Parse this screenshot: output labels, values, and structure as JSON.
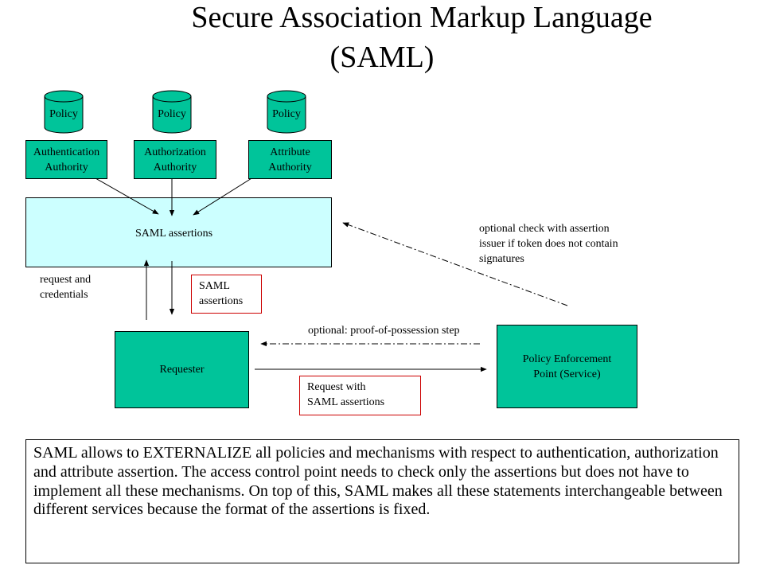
{
  "title": {
    "line1": "Secure Association Markup Language",
    "line2": "(SAML)"
  },
  "policies": [
    {
      "label": "Policy"
    },
    {
      "label": "Policy"
    },
    {
      "label": "Policy"
    }
  ],
  "authorities": [
    {
      "line1": "Authentication",
      "line2": "Authority"
    },
    {
      "line1": "Authorization",
      "line2": "Authority"
    },
    {
      "line1": "Attribute",
      "line2": "Authority"
    }
  ],
  "assertions_box": {
    "label": "SAML assertions"
  },
  "request_credentials": {
    "line1": "request and",
    "line2": "credentials"
  },
  "saml_assertions_note": {
    "line1": "SAML",
    "line2": "assertions"
  },
  "requester": {
    "label": "Requester"
  },
  "pep": {
    "line1": "Policy Enforcement",
    "line2": "Point (Service)"
  },
  "proof_step": {
    "label": "optional: proof-of-possession step"
  },
  "request_with": {
    "line1": "Request with",
    "line2": "SAML assertions"
  },
  "optional_check": {
    "line1": "optional check with assertion",
    "line2": "issuer if token does not contain",
    "line3": "signatures"
  },
  "description": "SAML allows to EXTERNALIZE all policies and mechanisms with respect to authentication, authorization and attribute assertion. The access control point needs to check only the assertions but does not have to implement all these mechanisms. On top of this, SAML makes all these statements interchangeable between different services because the format of the assertions is fixed.",
  "colors": {
    "box_green": "#00c49a",
    "assertions_fill": "#ccffff",
    "note_border": "#cc0000"
  }
}
